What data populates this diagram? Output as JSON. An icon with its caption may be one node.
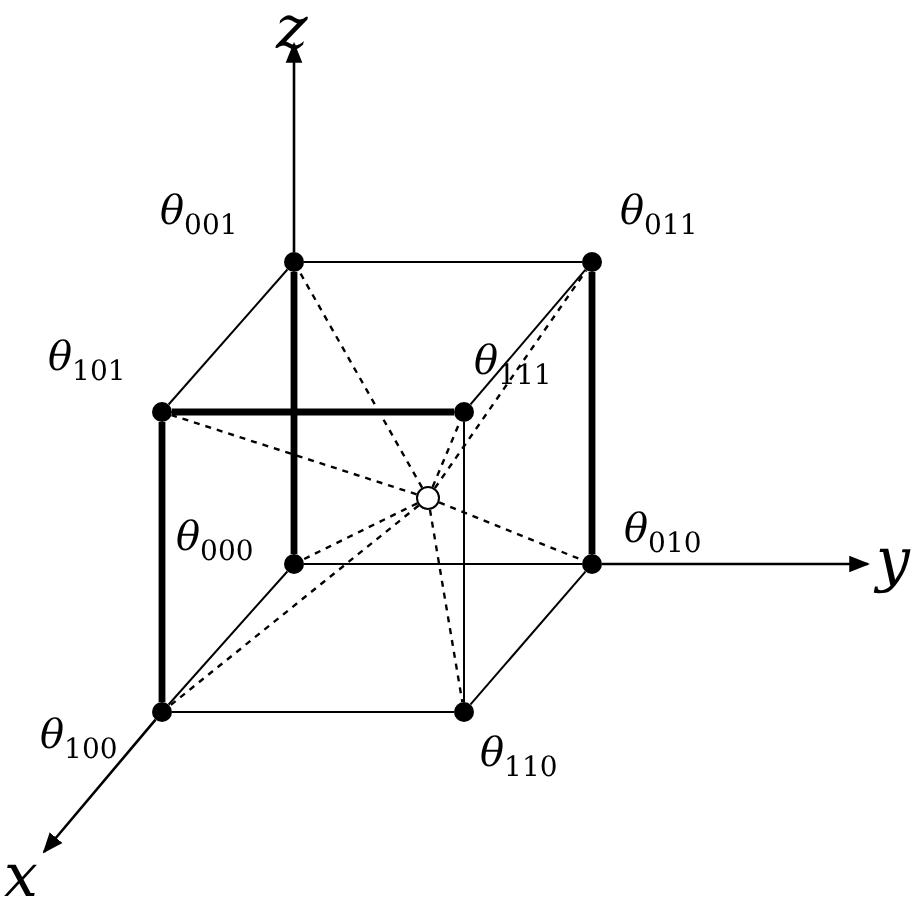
{
  "diagram": {
    "nodes": [
      {
        "text": [],
        "shape": "circle",
        "beside": [
          "θ$_{001}$"
        ]
      },
      {
        "text": [],
        "shape": "circle",
        "beside": [
          "θ$_{011}$"
        ]
      },
      {
        "text": [],
        "shape": "circle",
        "beside": [
          "θ$_{101}$"
        ]
      },
      {
        "text": [],
        "shape": "circle",
        "beside": [
          "θ$_{111}$"
        ]
      },
      {
        "text": [],
        "shape": "circle"
      },
      {
        "text": [],
        "shape": "circle",
        "beside": [
          "θ$_{000}$"
        ]
      },
      {
        "text": [],
        "shape": "circle",
        "beside": [
          "θ$_{010}$"
        ]
      },
      {
        "text": [],
        "shape": "circle",
        "beside": [
          "θ$_{100}$"
        ]
      },
      {
        "text": [],
        "shape": "circle",
        "beside": [
          "θ$_{110}$"
        ]
      }
    ],
    "edges": [
      {
        "from": 0,
        "to": 1,
        "arrow": "none"
      },
      {
        "from": 0,
        "to": 2,
        "arrow": "none"
      },
      {
        "from": 0,
        "to": 5,
        "arrow": "none",
        "style": "thick"
      },
      {
        "from": 1,
        "to": 3,
        "arrow": "none"
      },
      {
        "from": 1,
        "to": 6,
        "arrow": "none",
        "style": "thick"
      },
      {
        "from": 2,
        "to": 3,
        "arrow": "none",
        "style": "thick"
      },
      {
        "from": 2,
        "to": 7,
        "arrow": "none",
        "style": "thick"
      },
      {
        "from": 3,
        "to": 8,
        "arrow": "none"
      },
      {
        "from": 5,
        "to": 6,
        "arrow": "none"
      },
      {
        "from": 5,
        "to": 7,
        "arrow": "none"
      },
      {
        "from": 6,
        "to": 8,
        "arrow": "none"
      },
      {
        "from": 7,
        "to": 8,
        "arrow": "none"
      },
      {
        "from": 4,
        "to": 0,
        "arrow": "none",
        "style": "dashed"
      },
      {
        "from": 4,
        "to": 1,
        "arrow": "none",
        "style": "dashed"
      },
      {
        "from": 4,
        "to": 2,
        "arrow": "none",
        "style": "dashed"
      },
      {
        "from": 4,
        "to": 3,
        "arrow": "none",
        "style": "dashed"
      },
      {
        "from": 4,
        "to": 5,
        "arrow": "none",
        "style": "dashed"
      },
      {
        "from": 4,
        "to": 6,
        "arrow": "none",
        "style": "dashed"
      },
      {
        "from": 4,
        "to": 7,
        "arrow": "none",
        "style": "dashed"
      },
      {
        "from": 4,
        "to": 8,
        "arrow": "none",
        "style": "dashed"
      }
    ],
    "labels": [
      "z",
      "y",
      "x"
    ]
  }
}
